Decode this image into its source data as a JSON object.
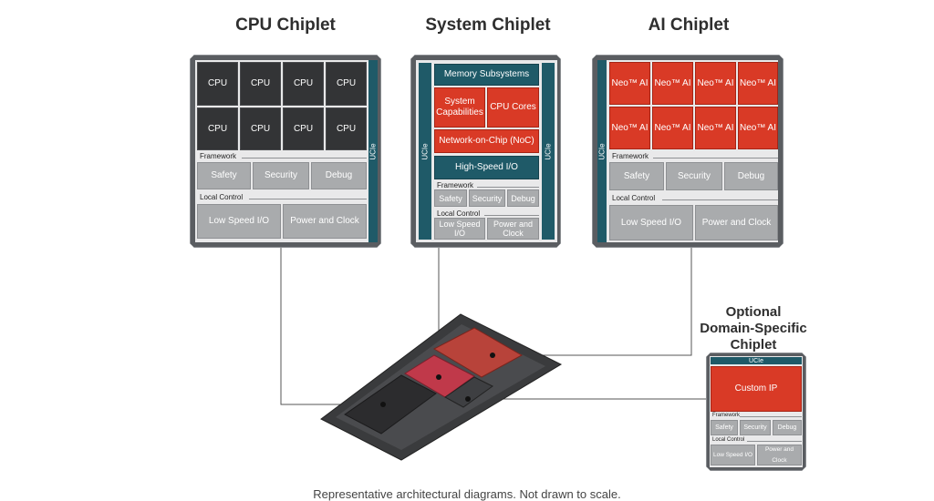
{
  "titles": {
    "cpu": "CPU Chiplet",
    "system": "System Chiplet",
    "ai": "AI Chiplet",
    "optional": [
      "Optional",
      "Domain-Specific",
      "Chiplet"
    ]
  },
  "cpu_chiplet": {
    "cores": [
      "CPU",
      "CPU",
      "CPU",
      "CPU",
      "CPU",
      "CPU",
      "CPU",
      "CPU"
    ],
    "framework_label": "Framework",
    "framework_blocks": [
      "Safety",
      "Security",
      "Debug"
    ],
    "local_control_label": "Local Control",
    "local_blocks": [
      "Low Speed I/O",
      "Power and Clock"
    ],
    "ucie": "UCIe"
  },
  "system_chiplet": {
    "memory": "Memory Subsystems",
    "system_caps": "System Capabilities",
    "cpu_cores": "CPU Cores",
    "noc": "Network-on-Chip (NoC)",
    "hsio": "High-Speed I/O",
    "framework_label": "Framework",
    "framework_blocks": [
      "Safety",
      "Security",
      "Debug"
    ],
    "local_control_label": "Local Control",
    "local_blocks": [
      "Low Speed I/O",
      "Power and Clock"
    ],
    "ucie": "UCIe"
  },
  "ai_chiplet": {
    "cores": [
      "Neo™ AI",
      "Neo™ AI",
      "Neo™ AI",
      "Neo™ AI",
      "Neo™ AI",
      "Neo™ AI",
      "Neo™ AI",
      "Neo™ AI"
    ],
    "framework_label": "Framework",
    "framework_blocks": [
      "Safety",
      "Security",
      "Debug"
    ],
    "local_control_label": "Local Control",
    "local_blocks": [
      "Low Speed I/O",
      "Power and Clock"
    ],
    "ucie": "UCIe"
  },
  "optional_chiplet": {
    "ucie": "UCIe",
    "custom": "Custom IP",
    "framework_label": "Framework",
    "framework_blocks": [
      "Safety",
      "Security",
      "Debug"
    ],
    "local_control_label": "Local Control",
    "local_blocks": [
      "Low Speed I/O",
      "Power and Clock"
    ]
  },
  "caption": "Representative architectural diagrams. Not drawn to scale.",
  "colors": {
    "accent_red": "#d93a26",
    "teal": "#1f5a68",
    "dark_core": "#333436",
    "block_gray": "#a9abad"
  }
}
